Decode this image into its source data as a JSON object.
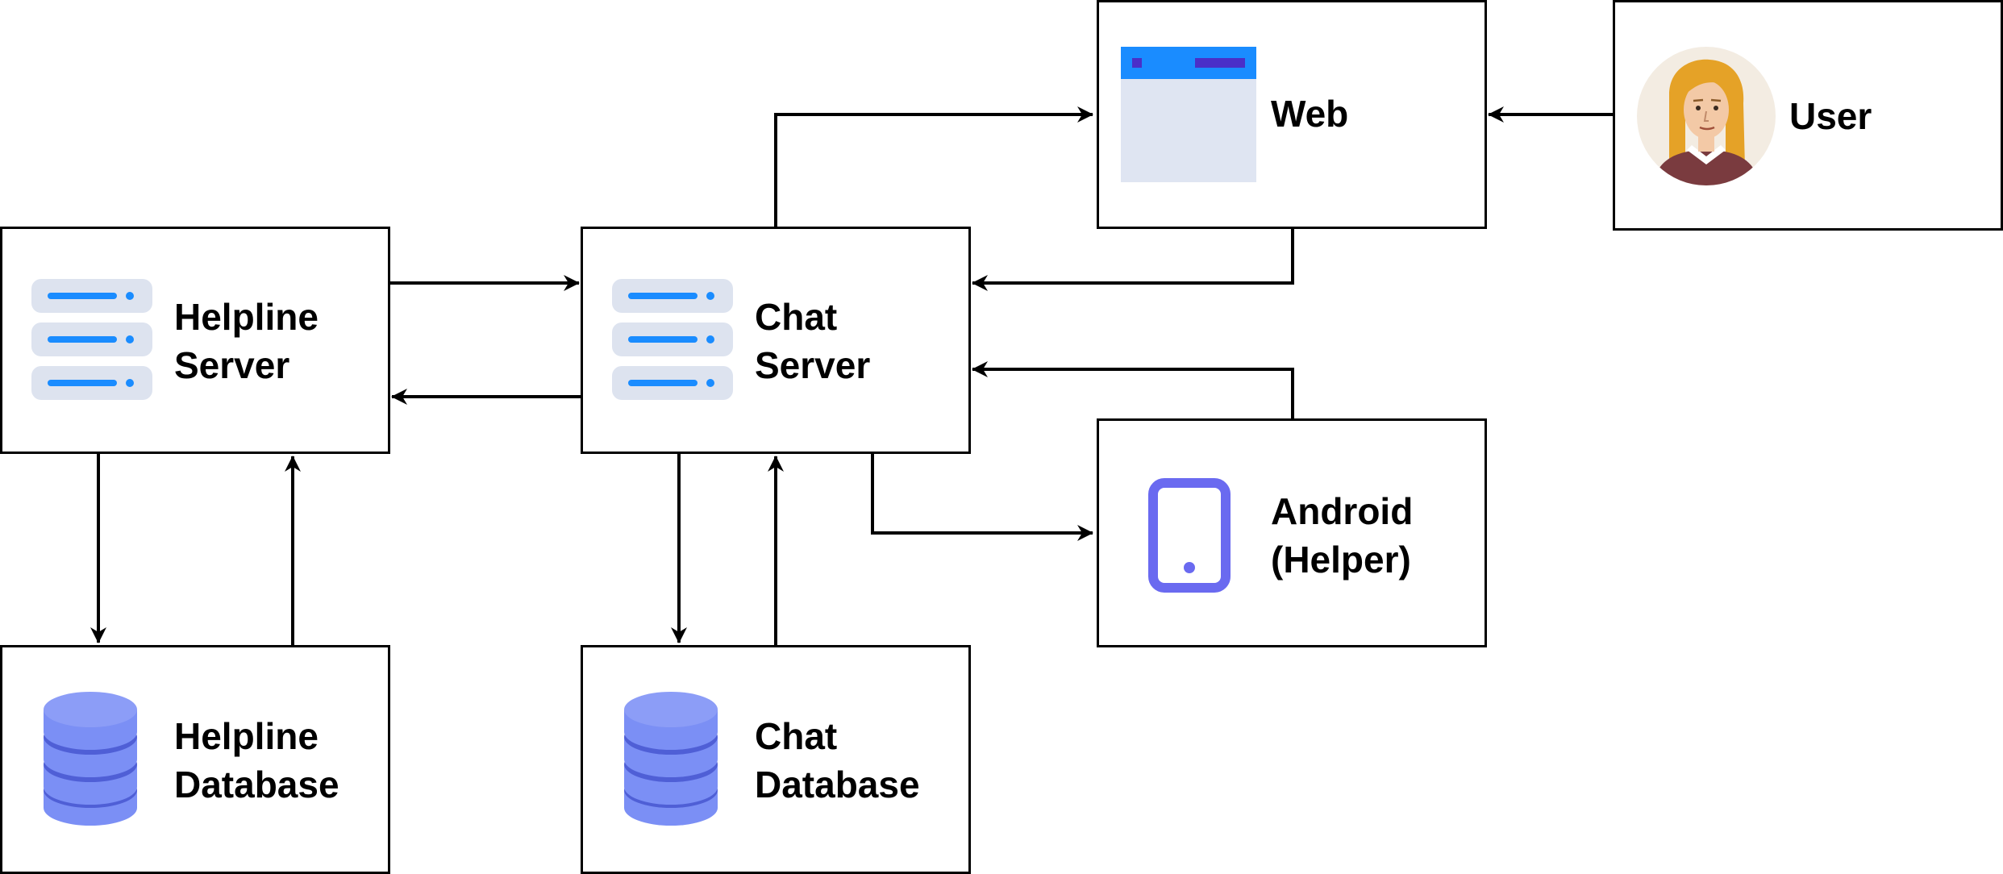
{
  "nodes": {
    "helpline_server": {
      "line1": "Helpline",
      "line2": "Server",
      "icon": "server-icon"
    },
    "chat_server": {
      "line1": "Chat",
      "line2": "Server",
      "icon": "server-icon"
    },
    "web": {
      "line1": "Web",
      "icon": "browser-window-icon"
    },
    "user": {
      "line1": "User",
      "icon": "user-avatar-icon"
    },
    "android": {
      "line1": "Android",
      "line2": "(Helper)",
      "icon": "smartphone-icon"
    },
    "helpline_database": {
      "line1": "Helpline",
      "line2": "Database",
      "icon": "database-icon"
    },
    "chat_database": {
      "line1": "Chat",
      "line2": "Database",
      "icon": "database-icon"
    }
  },
  "edges": [
    {
      "from": "helpline_server",
      "to": "chat_server"
    },
    {
      "from": "chat_server",
      "to": "helpline_server"
    },
    {
      "from": "chat_server",
      "to": "web"
    },
    {
      "from": "web",
      "to": "chat_server"
    },
    {
      "from": "user",
      "to": "web"
    },
    {
      "from": "android",
      "to": "chat_server"
    },
    {
      "from": "chat_server",
      "to": "android"
    },
    {
      "from": "helpline_server",
      "to": "helpline_database"
    },
    {
      "from": "helpline_database",
      "to": "helpline_server"
    },
    {
      "from": "chat_server",
      "to": "chat_database"
    },
    {
      "from": "chat_database",
      "to": "chat_server"
    }
  ],
  "colors": {
    "stroke": "#000000",
    "server_panel": "#dde3ef",
    "server_bar": "#1a8cff",
    "database": "#7b8ff5",
    "database_dark": "#4f5fd6",
    "browser_bar": "#1a8cff",
    "browser_body": "#dfe5f2",
    "phone": "#6a6af0",
    "avatar_bg": "#f3ece2",
    "hair": "#e5a227",
    "skin": "#f3c9a6",
    "shirt": "#7a3b3f"
  }
}
